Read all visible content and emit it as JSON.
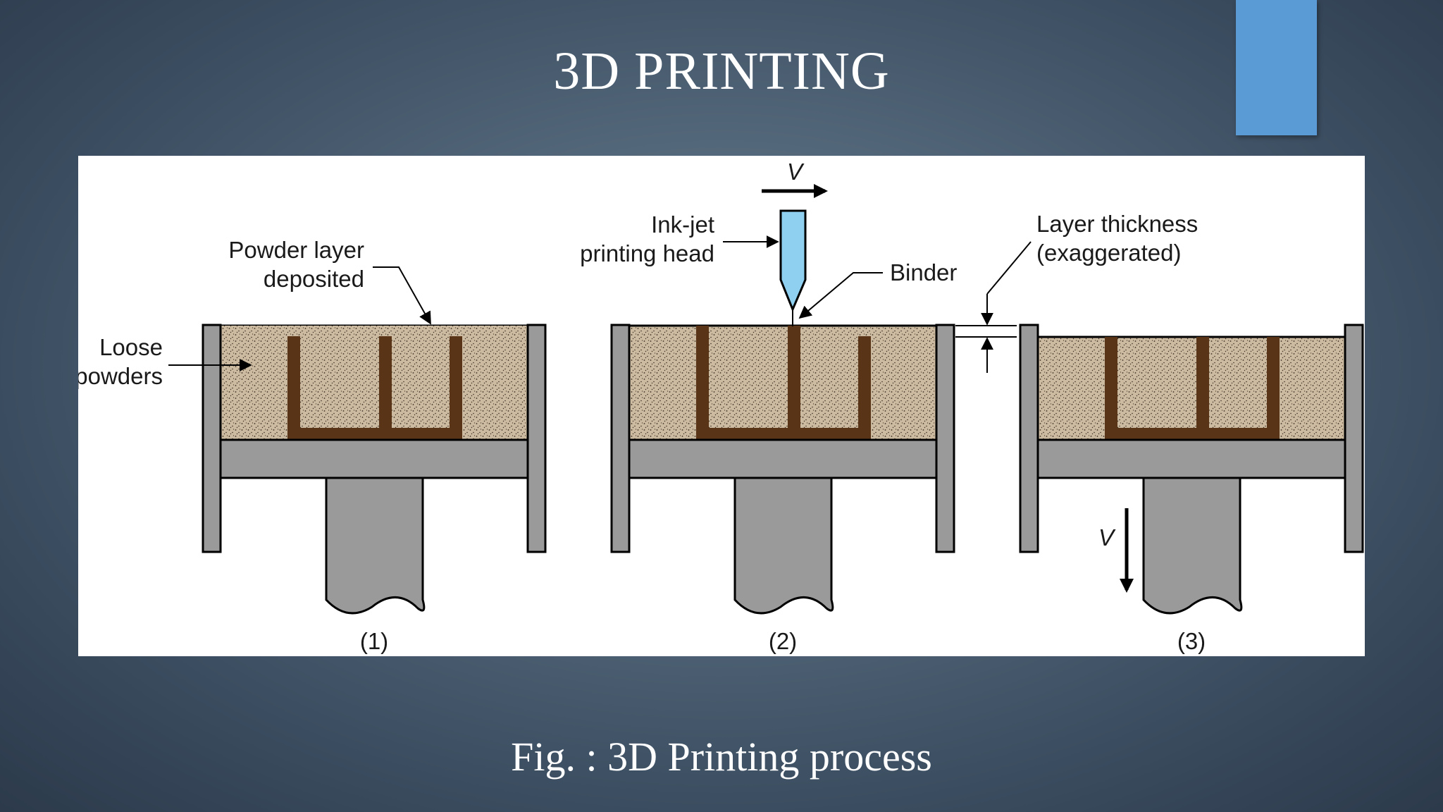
{
  "slide": {
    "title": "3D PRINTING",
    "caption": "Fig. : 3D Printing process",
    "accent_color": "#5b9bd5"
  },
  "diagram": {
    "labels": {
      "powder_layer": [
        "Powder layer",
        "deposited"
      ],
      "loose_powders": [
        "Loose",
        "powders"
      ],
      "velocity_top": "V",
      "inkjet_head": [
        "Ink-jet",
        "printing head"
      ],
      "binder": "Binder",
      "layer_thickness": [
        "Layer thickness",
        "(exaggerated)"
      ],
      "velocity_down": "V",
      "step_1": "(1)",
      "step_2": "(2)",
      "step_3": "(3)"
    },
    "colors": {
      "powder": "#cdbba1",
      "binder": "#5a3417",
      "container": "#9a9a9a",
      "print_head": "#8fd0f0"
    }
  }
}
